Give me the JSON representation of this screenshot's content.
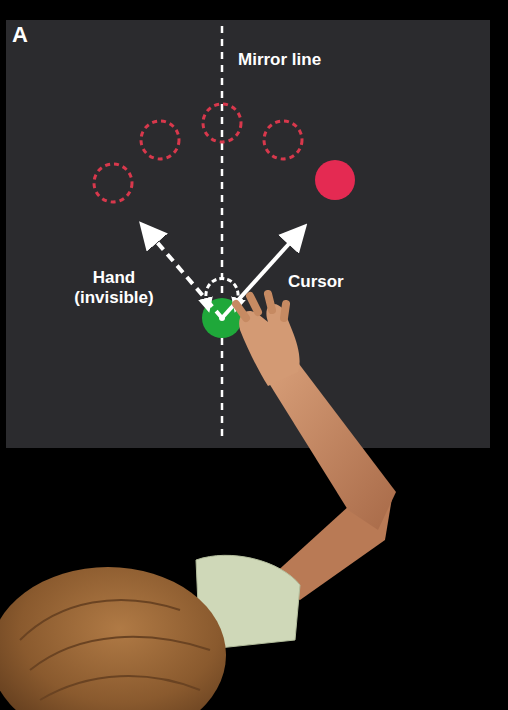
{
  "diagram": {
    "labels": [
      "A",
      "Mirror line",
      "Hand (invisible)",
      "Cursor"
    ]
  }
}
